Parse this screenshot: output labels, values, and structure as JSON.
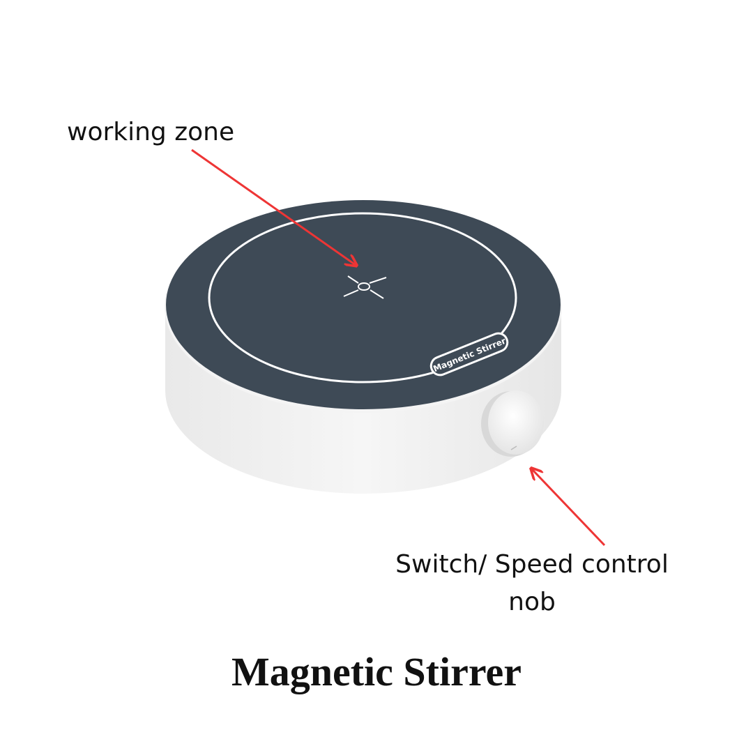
{
  "title": "Magnetic Stirrer",
  "device_label": "Magnetic Stirrer",
  "annotations": {
    "working_zone": "working zone",
    "knob_line1": "Switch/ Speed control",
    "knob_line2": "nob"
  },
  "colors": {
    "plate": "#3e4a56",
    "body": "#f1f1f1",
    "arrow": "#ee3535"
  }
}
